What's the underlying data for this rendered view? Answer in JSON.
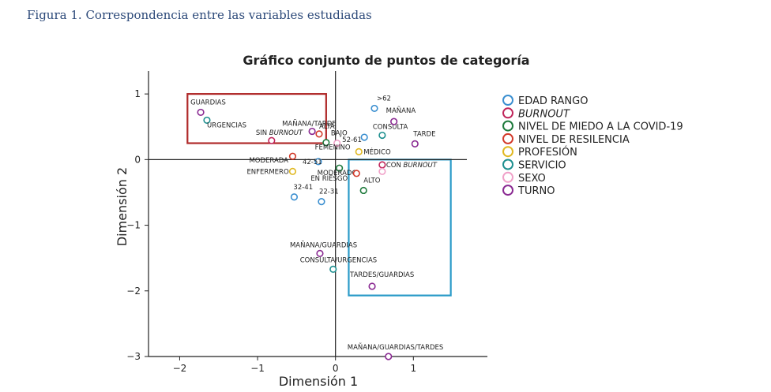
{
  "caption": {
    "label": "Figura 1.",
    "text": "Correspondencia entre las variables estudiadas"
  },
  "chart_data": {
    "type": "scatter",
    "title": "Gráfico conjunto de puntos de categoría",
    "xlabel": "Dimensión 1",
    "ylabel": "Dimensión 2",
    "xlim": [
      -2.4,
      1.95
    ],
    "ylim": [
      -3,
      1.35
    ],
    "xticks": [
      -2,
      -1,
      0,
      1
    ],
    "yticks": [
      1,
      0,
      -1,
      -2,
      -3
    ],
    "grid": false,
    "legend_position": "right",
    "series": [
      {
        "name": "EDAD RANGO",
        "color": "#3b8fd0",
        "points": [
          {
            "label": ">62",
            "x": 0.5,
            "y": 0.78
          },
          {
            "label": "52-61",
            "x": 0.37,
            "y": 0.34
          },
          {
            "label": "42-51",
            "x": -0.22,
            "y": -0.03
          },
          {
            "label": "32-41",
            "x": -0.53,
            "y": -0.57
          },
          {
            "label": "22-31",
            "x": -0.18,
            "y": -0.64
          }
        ]
      },
      {
        "name": "BURNOUT",
        "italic": true,
        "color": "#c0255a",
        "points": [
          {
            "label": "SIN BURNOUT",
            "x": -0.82,
            "y": 0.29
          },
          {
            "label": "CON BURNOUT",
            "x": 0.6,
            "y": -0.08
          }
        ]
      },
      {
        "name": "NIVEL DE MIEDO A LA COVID-19",
        "color": "#1e7a3c",
        "points": [
          {
            "label": "BAJO",
            "x": -0.12,
            "y": 0.26
          },
          {
            "label": "MODERADO",
            "x": 0.05,
            "y": -0.13
          },
          {
            "label": "ALTO",
            "x": 0.36,
            "y": -0.47
          }
        ]
      },
      {
        "name": "NIVEL DE RESILENCIA",
        "color": "#d23a2a",
        "points": [
          {
            "label": "ALTA",
            "x": -0.21,
            "y": 0.39
          },
          {
            "label": "MODERADA",
            "x": -0.55,
            "y": 0.05
          },
          {
            "label": "EN RIESGO",
            "x": 0.27,
            "y": -0.21
          }
        ]
      },
      {
        "name": "PROFESIÓN",
        "color": "#e0b820",
        "points": [
          {
            "label": "MÉDICO",
            "x": 0.3,
            "y": 0.12
          },
          {
            "label": "ENFERMERO",
            "x": -0.55,
            "y": -0.18
          }
        ]
      },
      {
        "name": "SERVICIO",
        "color": "#1d8f8f",
        "points": [
          {
            "label": "URGENCIAS",
            "x": -1.65,
            "y": 0.6
          },
          {
            "label": "CONSULTA",
            "x": 0.6,
            "y": 0.37
          },
          {
            "label": "CONSULTA/URGENCIAS",
            "x": -0.03,
            "y": -1.67
          }
        ]
      },
      {
        "name": "SEXO",
        "color": "#f0a0c8",
        "points": [
          {
            "label": "FEMENINO",
            "x": 0.02,
            "y": 0.25
          },
          {
            "label": "",
            "x": 0.6,
            "y": -0.18
          }
        ]
      },
      {
        "name": "TURNO",
        "color": "#8a2a92",
        "points": [
          {
            "label": "GUARDIAS",
            "x": -1.73,
            "y": 0.72
          },
          {
            "label": "MAÑANA/TARDE",
            "x": -0.3,
            "y": 0.43
          },
          {
            "label": "MAÑANA",
            "x": 0.75,
            "y": 0.58
          },
          {
            "label": "TARDE",
            "x": 1.02,
            "y": 0.24
          },
          {
            "label": "MAÑANA/GUARDIAS",
            "x": -0.2,
            "y": -1.43
          },
          {
            "label": "TARDES/GUARDIAS",
            "x": 0.47,
            "y": -1.93
          },
          {
            "label": "MAÑANA/GUARDIAS/TARDES",
            "x": 0.68,
            "y": -3.0
          }
        ]
      }
    ],
    "regions": [
      {
        "color": "#b02a2a",
        "x0": -1.9,
        "y0": 0.25,
        "x1": -0.12,
        "y1": 1.0
      },
      {
        "color": "#2a9ac8",
        "x0": 0.17,
        "y0": -2.07,
        "x1": 1.48,
        "y1": 0.0
      }
    ]
  }
}
